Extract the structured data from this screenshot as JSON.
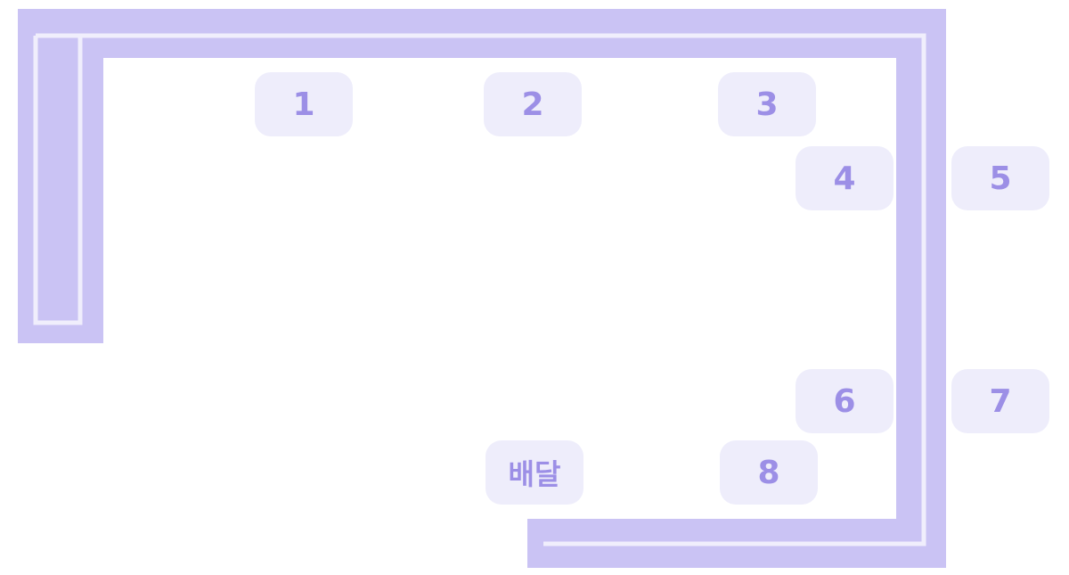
{
  "colors": {
    "wall": "#cac3f4",
    "wall_line": "#f0eefc",
    "slot_bg": "#eeedfb",
    "slot_text": "#9c8fe6",
    "background": "#ffffff"
  },
  "slots": [
    {
      "id": "slot-1",
      "label": "1"
    },
    {
      "id": "slot-2",
      "label": "2"
    },
    {
      "id": "slot-3",
      "label": "3"
    },
    {
      "id": "slot-4",
      "label": "4"
    },
    {
      "id": "slot-5",
      "label": "5"
    },
    {
      "id": "slot-6",
      "label": "6"
    },
    {
      "id": "slot-7",
      "label": "7"
    },
    {
      "id": "slot-8",
      "label": "8"
    },
    {
      "id": "slot-delivery",
      "label": "배달"
    }
  ]
}
